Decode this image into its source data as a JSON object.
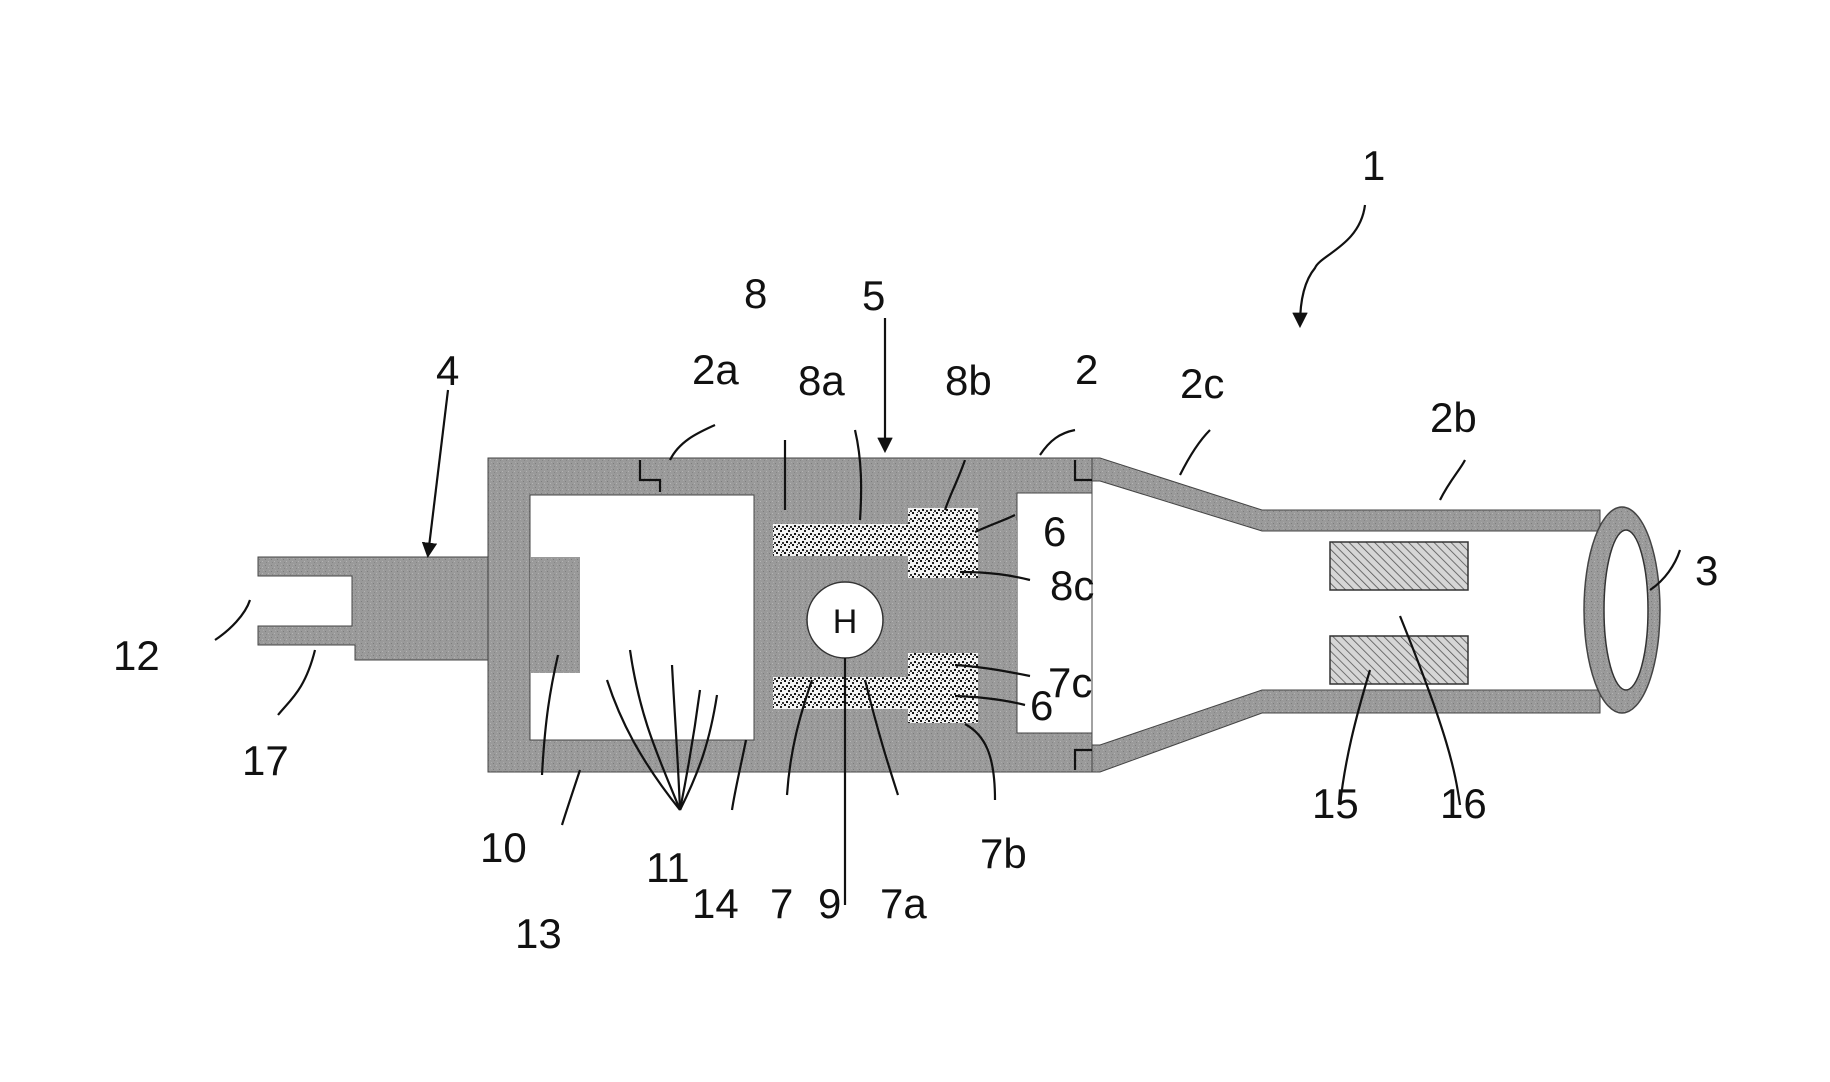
{
  "figure": {
    "heater_mark": "H",
    "labels": {
      "n1": "1",
      "n2": "2",
      "n2a": "2a",
      "n2b": "2b",
      "n2c": "2c",
      "n3": "3",
      "n4": "4",
      "n5": "5",
      "n6_top": "6",
      "n6_bot": "6",
      "n7": "7",
      "n7a": "7a",
      "n7b": "7b",
      "n7c": "7c",
      "n8": "8",
      "n8a": "8a",
      "n8b": "8b",
      "n8c": "8c",
      "n9": "9",
      "n10": "10",
      "n11": "11",
      "n12": "12",
      "n13": "13",
      "n14": "14",
      "n15": "15",
      "n16": "16",
      "n17": "17"
    }
  }
}
